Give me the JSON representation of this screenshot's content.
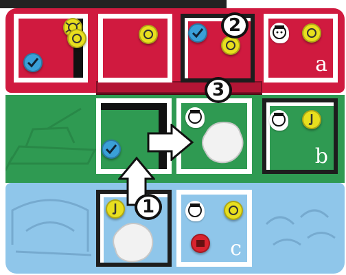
{
  "rows": [
    {
      "name": "red-row",
      "color": "#d01a3f"
    },
    {
      "name": "green-row",
      "color": "#2f9a52"
    },
    {
      "name": "blue-row",
      "color": "#8fc6ea"
    }
  ],
  "row_labels": {
    "a": "a",
    "b": "b",
    "c": "c"
  },
  "step_markers": [
    "1",
    "2",
    "3"
  ],
  "token_icons": {
    "yellow": "bug-token-icon",
    "blue": "checkmark-token-icon",
    "red": "stamp-token-icon",
    "clock": "hook-token-icon"
  }
}
